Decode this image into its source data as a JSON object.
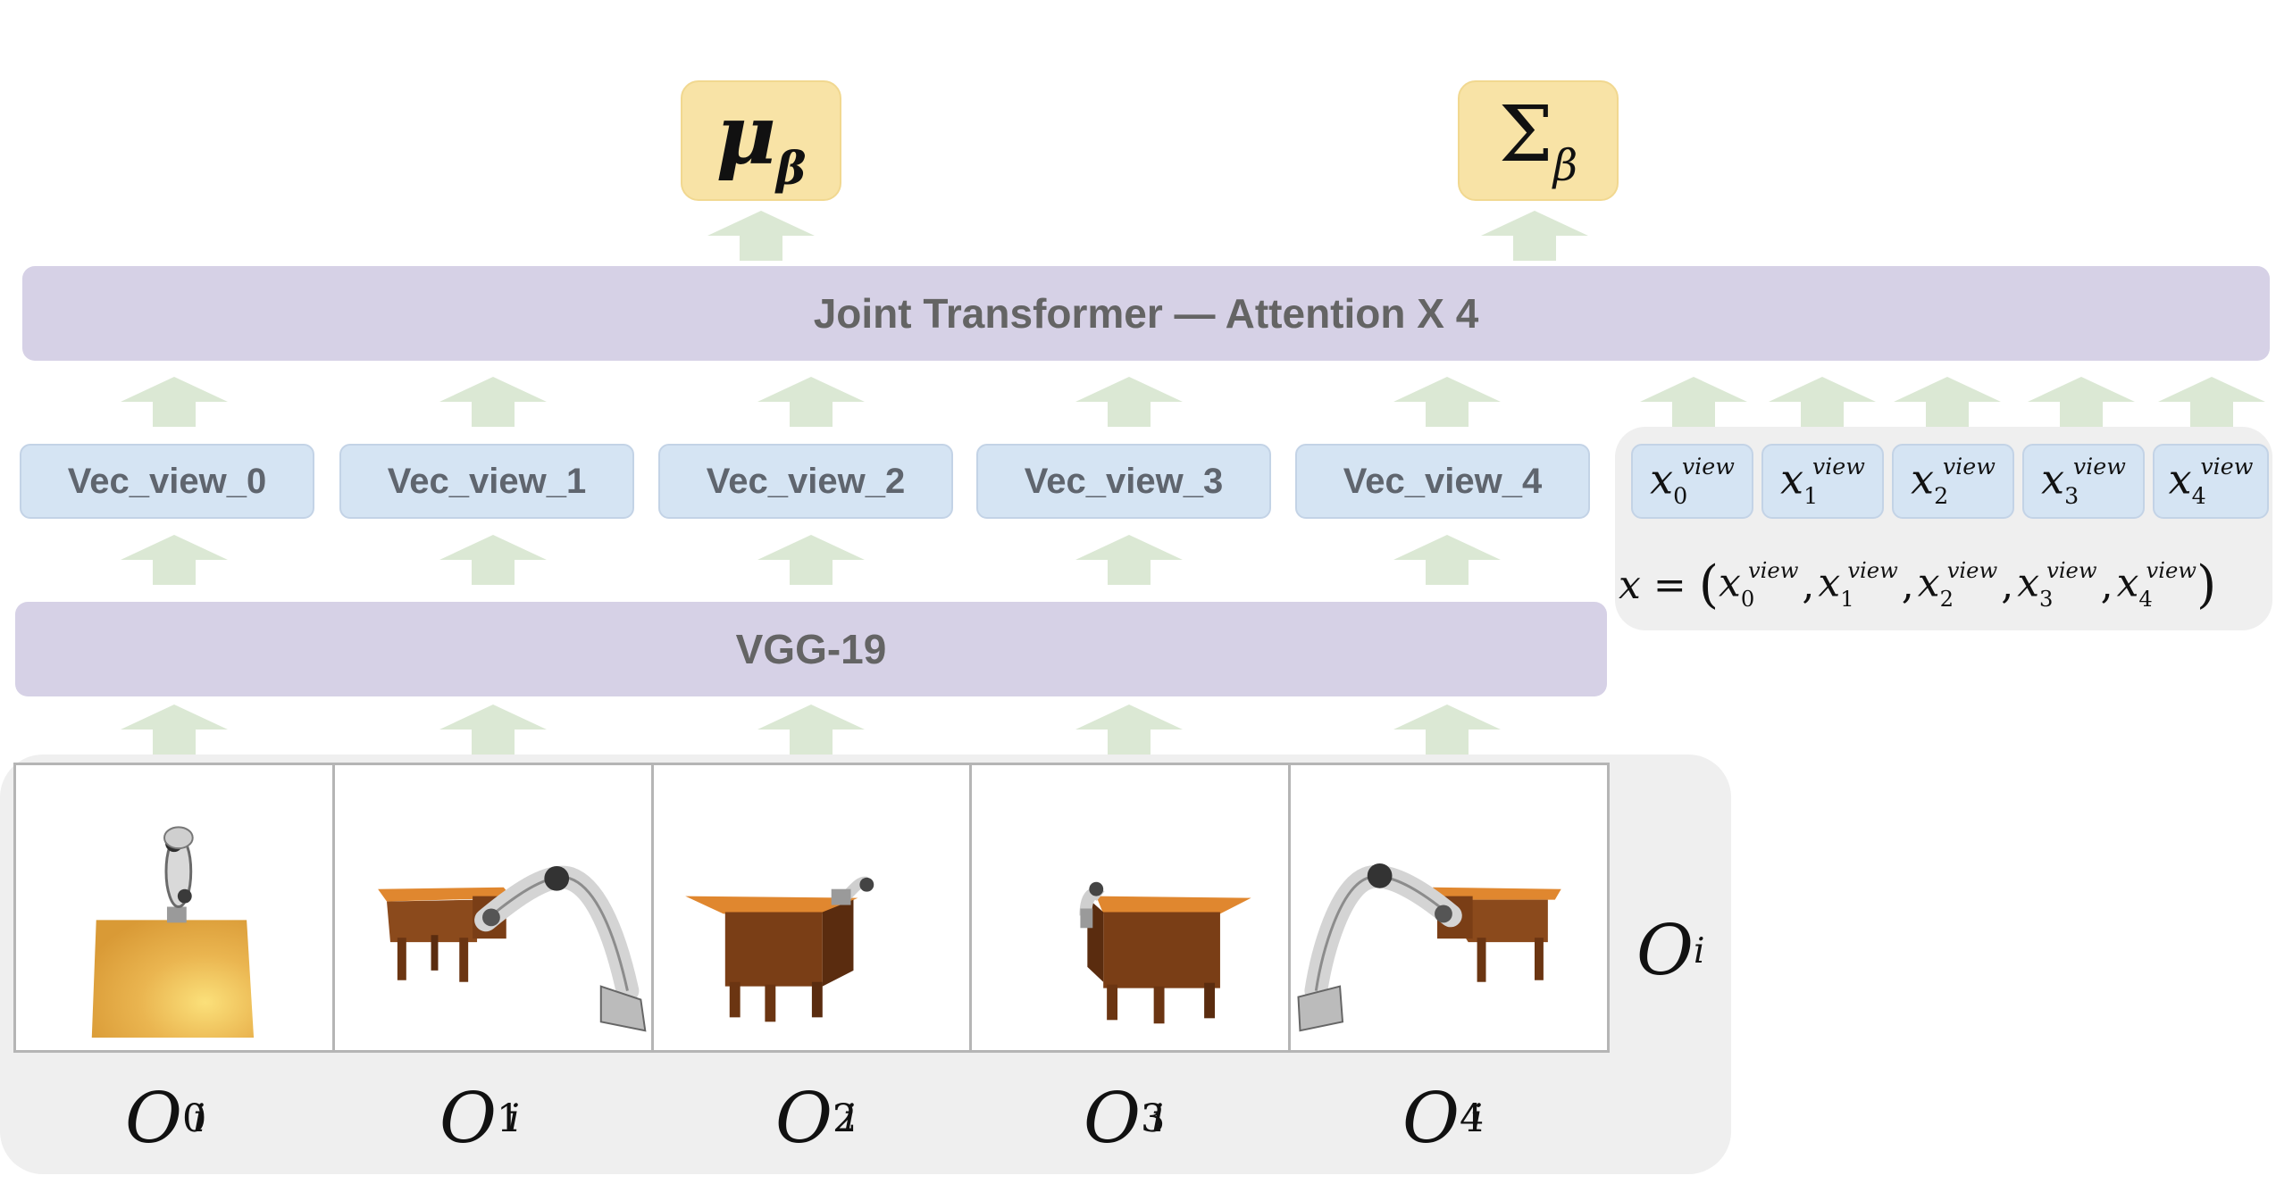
{
  "outputs": {
    "mu": {
      "symbol": "μ",
      "subscript": "β"
    },
    "sigma": {
      "symbol": "Σ",
      "subscript": "β"
    }
  },
  "transformer": {
    "label": "Joint Transformer — Attention X 4"
  },
  "encoder": {
    "label": "VGG-19"
  },
  "vectors": [
    "Vec_view_0",
    "Vec_view_1",
    "Vec_view_2",
    "Vec_view_3",
    "Vec_view_4"
  ],
  "xview": {
    "symbol": "x",
    "superscript": "view",
    "indices": [
      "0",
      "1",
      "2",
      "3",
      "4"
    ],
    "equation": {
      "lhs": "x",
      "eq": "=",
      "open": "(",
      "close": ")",
      "sep": ","
    }
  },
  "observations": {
    "symbol": "O",
    "superscript": "i",
    "indices": [
      "0",
      "1",
      "2",
      "3",
      "4"
    ]
  },
  "colors": {
    "arrow": "#dbe8d4",
    "output_fill": "#f8e3a6",
    "bar_fill": "#d6d1e6",
    "vec_fill": "#d5e4f3",
    "panel_fill": "#efefef",
    "table_wood": "#8b4a1c",
    "table_top": "#e0872f"
  }
}
